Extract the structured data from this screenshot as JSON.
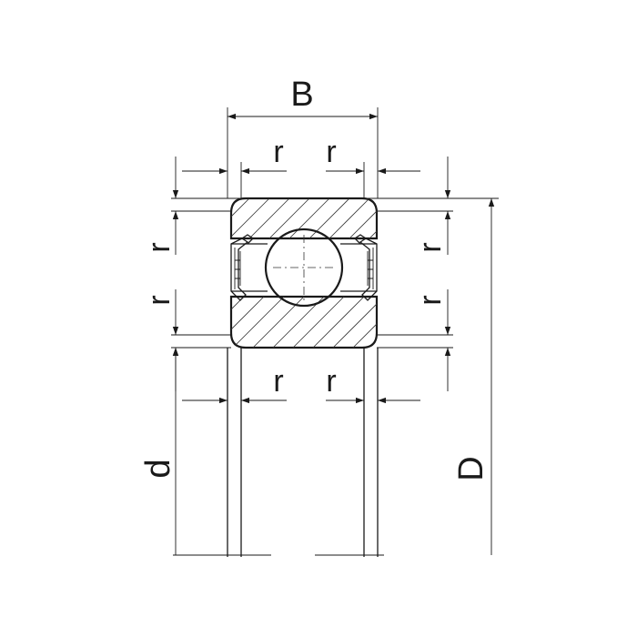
{
  "diagram": {
    "labels": {
      "width": "B",
      "radius": "r",
      "bore": "d",
      "outer": "D"
    },
    "colors": {
      "line": "#1a1a1a",
      "background": "#ffffff"
    }
  }
}
